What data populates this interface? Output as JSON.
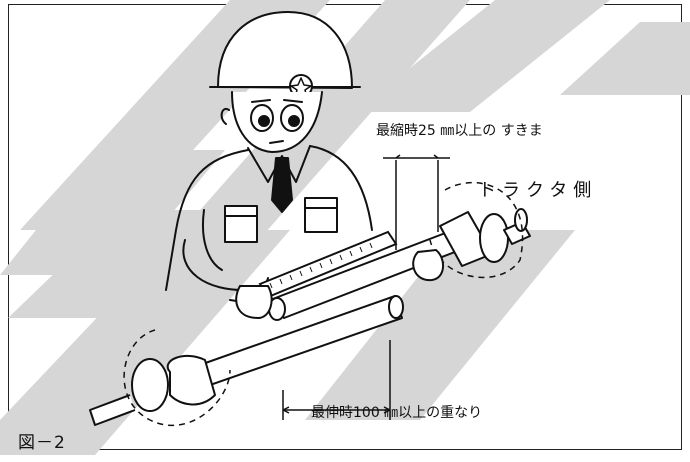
{
  "labels": {
    "min_clearance": "最縮時25 ㎜以上の すきま",
    "tractor_side": "トラクタ側",
    "max_overlap": "最伸時100 ㎜以上の重なり",
    "figure_caption": "図－2"
  },
  "colors": {
    "line": "#111111",
    "watermark": "#d6d6d6"
  }
}
